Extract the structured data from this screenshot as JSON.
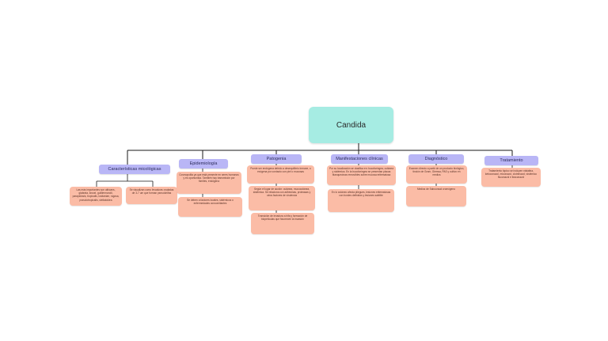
{
  "root": {
    "label": "Candida"
  },
  "branches": [
    {
      "label": "Características micológicas",
      "notes": [
        "Las más importantes son albicans, glabrata, krusei, guilliermondii, parapsilosis, tropicalis, lusitaniae, rugosa, pseudotropicalis, stellatoidea",
        "Se visualizan como levaduras ovaladas de 3-7 um que forman pseudohifas"
      ]
    },
    {
      "label": "Epidemiología",
      "notes": [
        "Cosmopolita ya que está presente en seres humanos y es oportunista. También hay transmisión por fómites, endógena",
        "Se deben a factores locales, sistémicos o enfermedades concomitantes"
      ]
    },
    {
      "label": "Patogenia",
      "notes": [
        "Puede ser endógena debido a desequilibrio inmune, o exógena por contacto con piel o mucosas",
        "Según el lugar de acción: cutánea, mucocutánea, sistémica. Se relaciona con adhesinas, proteasas y otros factores de virulencia",
        "Transición de levadura a hifa y formación de biopelículas que favorecen la invasión"
      ]
    },
    {
      "label": "Manifestaciones clínicas",
      "notes": [
        "Por su localización se clasifica en: bucofaríngea, cutánea y sistémica. En la bucofaríngea se presentan placas blanquecinas removibles sobre mucosa eritematosa",
        "En lo cutáneo afecta pliegues, lesiones eritematosas con bordes definidos y lesiones satélite"
      ]
    },
    {
      "label": "Diagnóstico",
      "notes": [
        "Examen directo a partir de un producto biológico, tinción de Gram, Giemsa, PAS y cultivo en medios",
        "Medios de Sabouraud cromógeno"
      ]
    },
    {
      "label": "Tratamiento",
      "notes": [
        "Tratamiento tópico se incluyen nistatina, ketoconazol, miconazol, clotrimazol; sistémico fluconazol e itraconazol"
      ]
    }
  ]
}
